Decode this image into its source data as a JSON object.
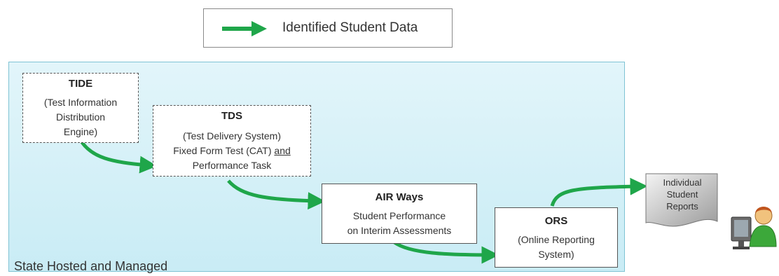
{
  "legend": {
    "label": "Identified Student Data",
    "arrow_color": "#1fa64a"
  },
  "region": {
    "label": "State Hosted and Managed",
    "fill": "#d6f0f7"
  },
  "boxes": {
    "tide": {
      "title": "TIDE",
      "lines": [
        "(Test Information",
        "Distribution",
        "Engine)"
      ]
    },
    "tds": {
      "title": "TDS",
      "line1": "(Test Delivery System)",
      "line2_a": "Fixed Form Test (CAT) ",
      "line2_b": "and",
      "line3": "Performance Task"
    },
    "airways": {
      "title": "AIR Ways",
      "lines": [
        "Student Performance",
        "on Interim Assessments"
      ]
    },
    "ors": {
      "title": "ORS",
      "lines": [
        "(Online Reporting",
        "System)"
      ]
    }
  },
  "report": {
    "lines": [
      "Individual",
      "Student",
      "Reports"
    ]
  },
  "icons": {
    "report": "document-icon",
    "user": "user-at-computer-icon"
  }
}
